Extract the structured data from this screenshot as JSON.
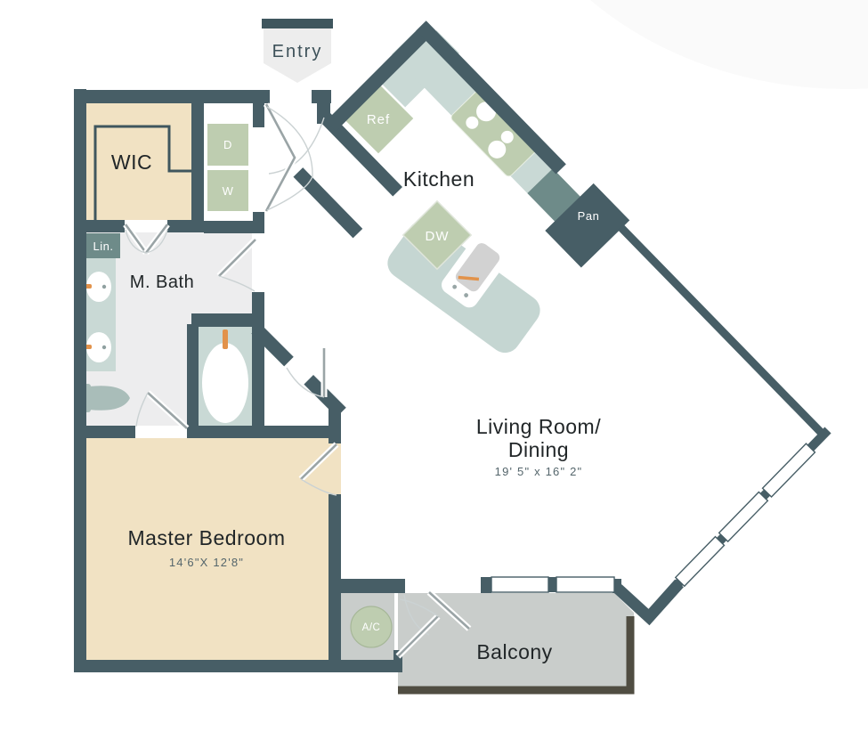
{
  "entry": {
    "label": "Entry"
  },
  "rooms": {
    "kitchen": {
      "label": "Kitchen"
    },
    "wic": {
      "label": "WIC"
    },
    "m_bath": {
      "label": "M. Bath"
    },
    "master_bedroom": {
      "label": "Master Bedroom",
      "dims": "14'6\"X 12'8\""
    },
    "living": {
      "label_line1": "Living Room/",
      "label_line2": "Dining",
      "dims": "19' 5\" x 16\" 2\""
    },
    "balcony": {
      "label": "Balcony"
    }
  },
  "fixtures": {
    "ref": {
      "label": "Ref"
    },
    "dw": {
      "label": "DW"
    },
    "pan": {
      "label": "Pan"
    },
    "dryer": {
      "label": "D"
    },
    "washer": {
      "label": "W"
    },
    "linen": {
      "label": "Lin."
    },
    "ac": {
      "label": "A/C"
    }
  },
  "colors": {
    "wall": "#475e66",
    "floor_tan": "#f1e2c3",
    "floor_gray": "#ededee",
    "floor_balcony": "#c9cdcb",
    "counter": "#c9d9d5",
    "island": "#c5d6d2",
    "appliance": "#becdb0",
    "accent_teal": "#6e8b89",
    "faucet_orange": "#e2924a",
    "balcony_rail": "#504d42",
    "fixture_gray": "#a9bdb9",
    "backdrop_circle": "#fafafa",
    "entry_banner": "#ededed",
    "entry_bar": "#3f565e"
  }
}
